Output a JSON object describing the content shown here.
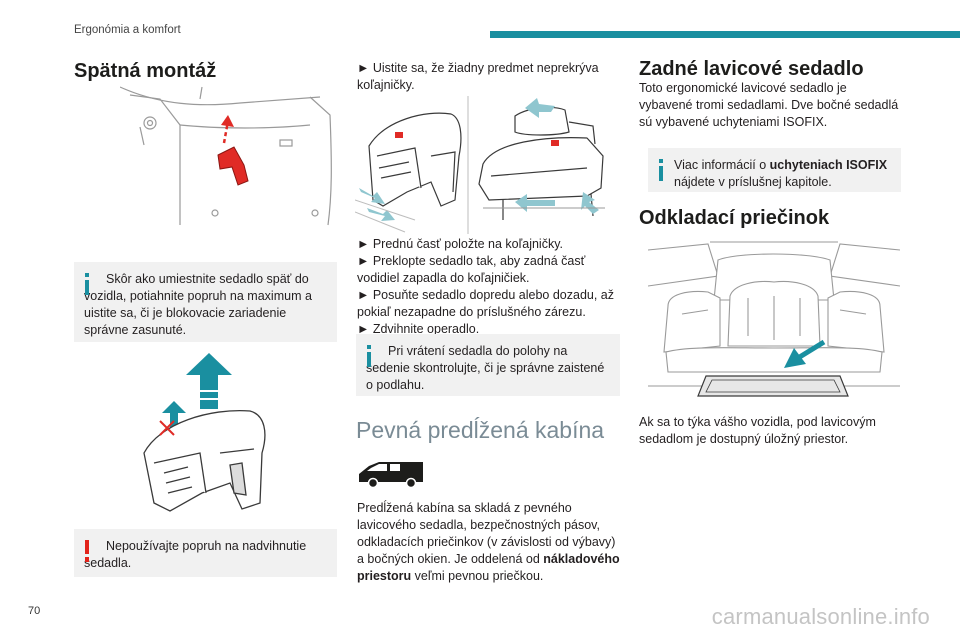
{
  "header": {
    "section": "Ergonómia a komfort",
    "page_number": "70",
    "accent_color": "#1a8fa0"
  },
  "col1": {
    "title": "Spätná montáž",
    "info_note": "Skôr ako umiestnite sedadlo späť do vozidla, potiahnite popruh na maximum a uistite sa, či je blokovacie zariadenie správne zasunuté.",
    "warning_note": "Nepoužívajte popruh na nadvihnutie sedadla."
  },
  "col2": {
    "step1": "► Uistite sa, že žiadny predmet neprekrýva koľajničky.",
    "steps": [
      "► Prednú časť položte na koľajničky.",
      "► Preklopte sedadlo tak, aby zadná časť vodidiel zapadla do koľajničiek.",
      "► Posuňte sedadlo dopredu alebo dozadu, až pokiaľ nezapadne do príslušného zárezu.",
      "► Zdvihnite operadlo."
    ],
    "info_note": "Pri vrátení sedadla do polohy na sedenie skontrolujte, či je správne zaistené o podlahu.",
    "section_title": "Pevná predĺžená kabína",
    "para_a": "Predĺžená kabína sa skladá z pevného lavicového sedadla, bezpečnostných pásov, odkladacích priečinkov (v závislosti od výbavy) a bočných okien. Je oddelená od ",
    "para_bold": "nákladového priestoru",
    "para_b": " veľmi pevnou priečkou."
  },
  "col3": {
    "title": "Zadné lavicové sedadlo",
    "para": "Toto ergonomické lavicové sedadlo je vybavené tromi sedadlami. Dve bočné sedadlá sú vybavené uchyteniami ISOFIX.",
    "info_a": "Viac informácií o ",
    "info_bold": "uchyteniach ISOFIX",
    "info_b": " nájdete v príslušnej kapitole.",
    "storage_title": "Odkladací priečinok",
    "storage_para": "Ak sa to týka vášho vozidla, pod lavicovým sedadlom je dostupný úložný priestor."
  },
  "watermark": "carmanualsonline.info"
}
